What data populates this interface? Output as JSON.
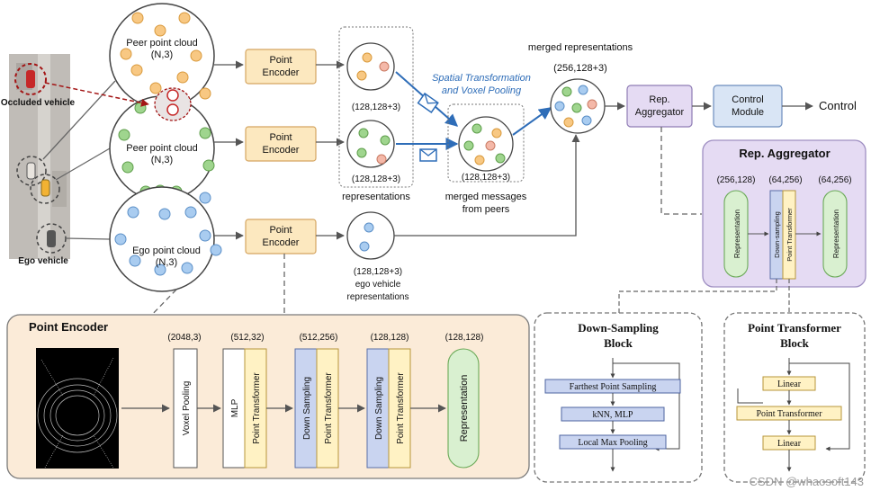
{
  "scene": {
    "occluded_label": "Occluded vehicle",
    "ego_label": "Ego vehicle"
  },
  "clouds": {
    "peer1_title": "Peer point cloud",
    "peer1_shape": "(N,3)",
    "peer2_title": "Peer point cloud",
    "peer2_shape": "(N,3)",
    "ego_title": "Ego point cloud",
    "ego_shape": "(N,3)"
  },
  "encoders": {
    "label_line1": "Point",
    "label_line2": "Encoder"
  },
  "intermediate": {
    "shape1": "(128,128+3)",
    "shape2": "(128,128+3)",
    "representations": "representations",
    "ego_shape": "(128,128+3)",
    "ego_line1": "ego vehicle",
    "ego_line2": "representations"
  },
  "transform": {
    "line1": "Spatial Transformation",
    "line2": "and Voxel Pooling"
  },
  "merged": {
    "messages_shape": "(128,128+3)",
    "messages_line1": "merged messages",
    "messages_line2": "from peers",
    "title": "merged representations",
    "shape": "(256,128+3)"
  },
  "pipeline": {
    "rep_agg_line1": "Rep.",
    "rep_agg_line2": "Aggregator",
    "control_line1": "Control",
    "control_line2": "Module",
    "control_out": "Control"
  },
  "rep_aggregator_detail": {
    "title": "Rep. Aggregator",
    "shape_in": "(256,128)",
    "shape_mid": "(64,256)",
    "shape_out": "(64,256)",
    "repr_in": "Representation",
    "down": "Down-sampling",
    "pt": "Point Transformer",
    "repr_out": "Representation"
  },
  "point_encoder_detail": {
    "title": "Point Encoder",
    "shape0": "(2048,3)",
    "shape1": "(512,32)",
    "shape2": "(512,256)",
    "shape3": "(128,128)",
    "shape4": "(128,128)",
    "voxel": "Voxel Pooling",
    "mlp": "MLP",
    "pt1": "Point Transformer",
    "ds1": "Down Sampling",
    "pt2": "Point Transformer",
    "ds2": "Down Sampling",
    "pt3": "Point Transformer",
    "repr": "Representation"
  },
  "down_sampling_block": {
    "title_line1": "Down-Sampling",
    "title_line2": "Block",
    "step1": "Farthest Point Sampling",
    "step2": "kNN, MLP",
    "step3": "Local Max Pooling"
  },
  "point_transformer_block": {
    "title_line1": "Point Transformer",
    "title_line2": "Block",
    "step1": "Linear",
    "step2": "Point Transformer",
    "step3": "Linear"
  },
  "watermark": "CSDN @whaosoft143",
  "colors": {
    "orange_point": "#F8C883",
    "green_point": "#9FD58E",
    "blue_point": "#A9CCF0",
    "pink_point": "#F4B8A8",
    "encoder_fill": "#FCE8BF",
    "encoder_stroke": "#D5A560",
    "panel_fill": "#FBEBD8",
    "agg_fill": "#E5DBF3",
    "control_fill": "#D9E5F5",
    "blue_arrow": "#2E6DB8",
    "ds_fill": "#C9D4F0",
    "pt_fill": "#FFF2C4",
    "repr_fill": "#D9F0D0",
    "occluded_red": "#C62828"
  }
}
